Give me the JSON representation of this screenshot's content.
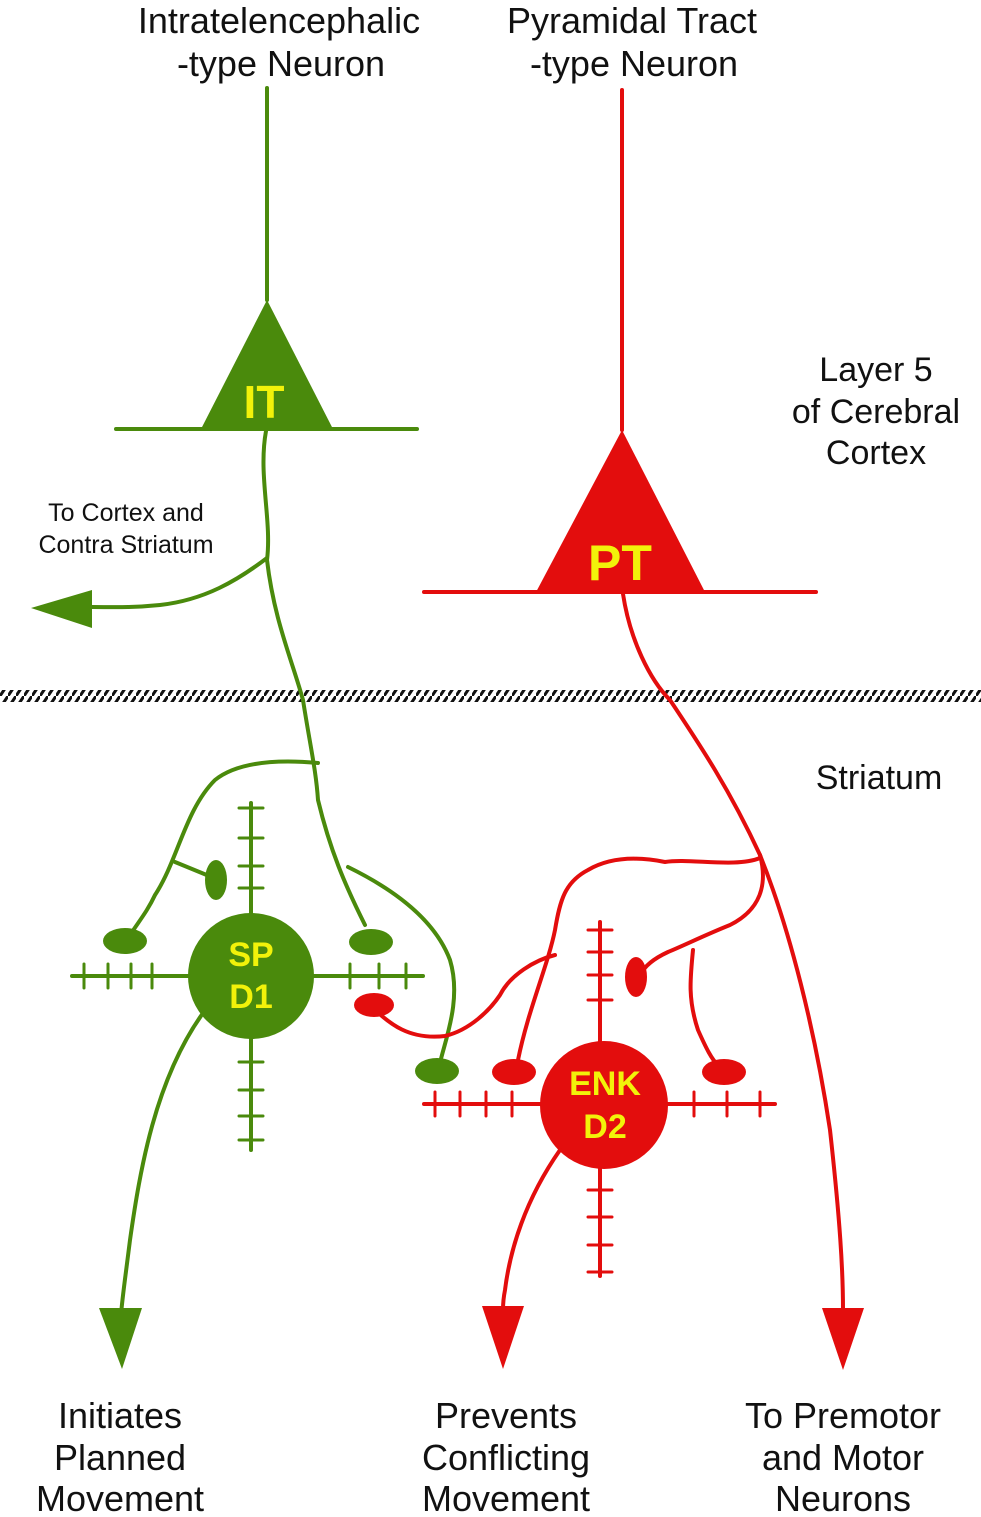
{
  "colors": {
    "it": "#4a8a0c",
    "pt": "#e30d0d",
    "soma_text": "#f2f20a",
    "text": "#111111"
  },
  "labels": {
    "it_title_line1": "Intratelencephalic",
    "it_title_line2": "-type Neuron",
    "pt_title_line1": "Pyramidal Tract",
    "pt_title_line2": "-type Neuron",
    "layer_line1": "Layer 5",
    "layer_line2": "of Cerebral",
    "layer_line3": "Cortex",
    "contra_line1": "To Cortex and",
    "contra_line2": "Contra Striatum",
    "striatum": "Striatum",
    "out1_line1": "Initiates",
    "out1_line2": "Planned",
    "out1_line3": "Movement",
    "out2_line1": "Prevents",
    "out2_line2": "Conflicting",
    "out2_line3": "Movement",
    "out3_line1": "To Premotor",
    "out3_line2": "and Motor",
    "out3_line3": "Neurons"
  },
  "somas": {
    "it": "IT",
    "pt": "PT",
    "sp_line1": "SP",
    "sp_line2": "D1",
    "enk_line1": "ENK",
    "enk_line2": "D2"
  }
}
